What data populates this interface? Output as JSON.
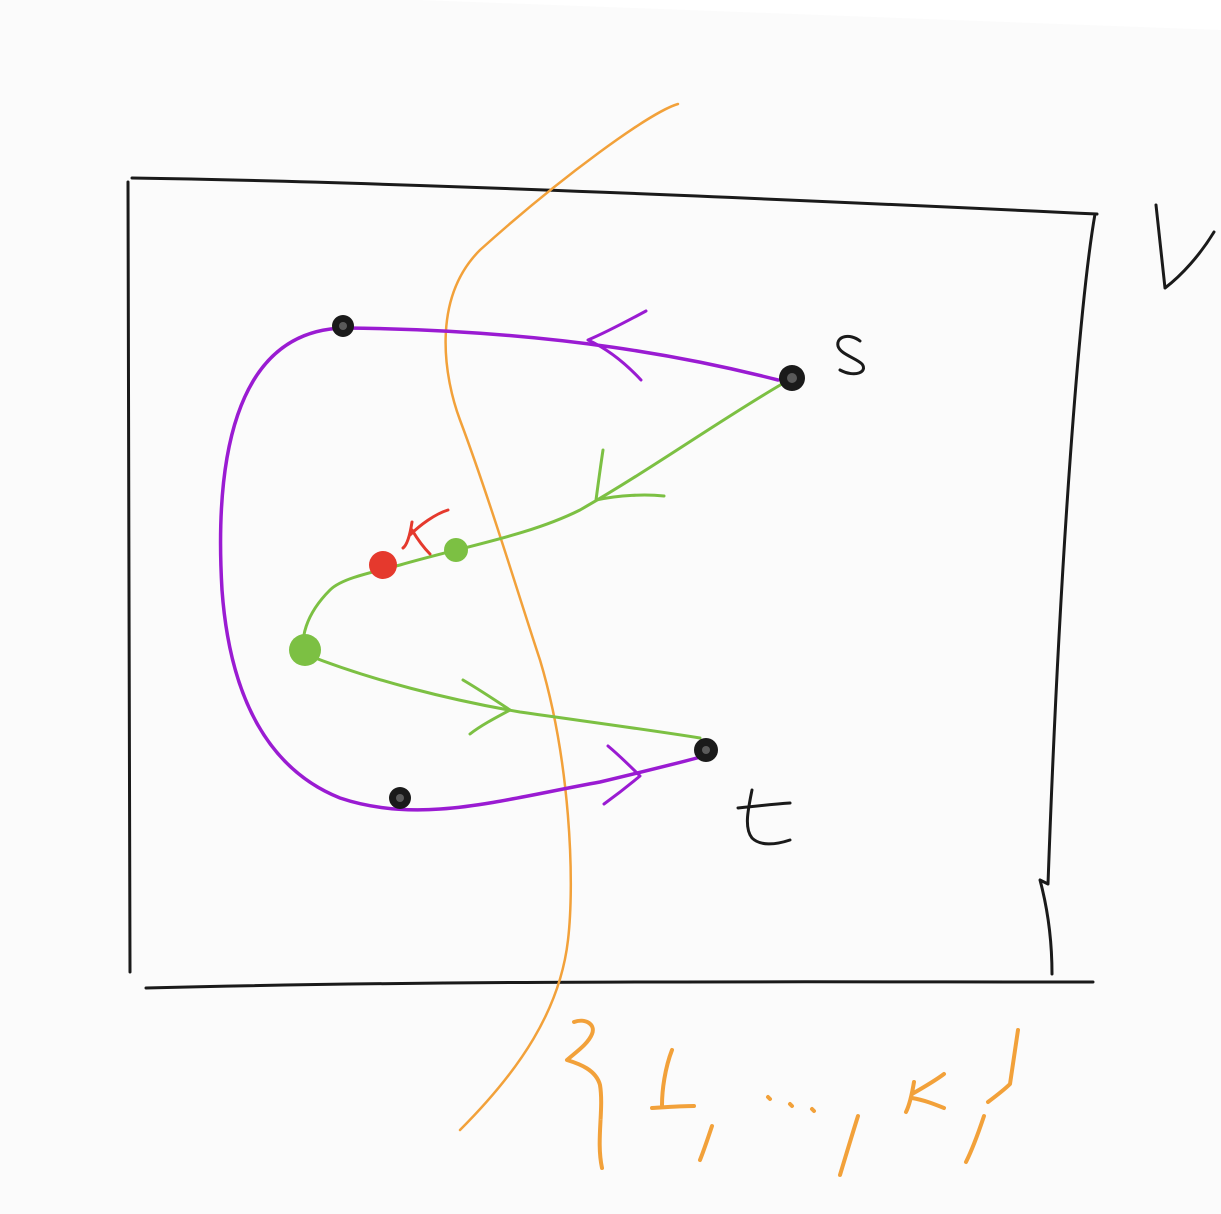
{
  "colors": {
    "background": "#ffffff",
    "paper": "#fbfbfb",
    "ink_black": "#1a1a1a",
    "path_purple": "#9a1bd2",
    "path_green": "#7cc043",
    "cut_orange": "#f2a13a",
    "node_red": "#e5392d"
  },
  "labels": {
    "set_label": "V",
    "source_label": "s",
    "target_label": "t",
    "red_vertex_label": "K",
    "cut_index_label": "{1,...,k}"
  },
  "nodes": [
    {
      "name": "s",
      "color": "black"
    },
    {
      "name": "purple-top",
      "color": "black"
    },
    {
      "name": "purple-bottom",
      "color": "black"
    },
    {
      "name": "t",
      "color": "black"
    },
    {
      "name": "green-mid",
      "color": "green"
    },
    {
      "name": "green-turn",
      "color": "green"
    },
    {
      "name": "K",
      "color": "red"
    }
  ]
}
